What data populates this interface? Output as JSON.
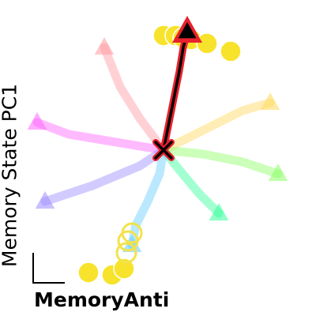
{
  "chart_data": {
    "type": "line",
    "title": "MemoryAnti",
    "xlabel": "",
    "ylabel": "Memory State PC1",
    "grid": false,
    "legend": "none",
    "origin": [
      0,
      0
    ],
    "series": [
      {
        "color": "#000000",
        "highlight_color": "#e8212e",
        "highlighted": true,
        "points": [
          [
            0,
            0
          ],
          [
            0.1,
            0.5
          ],
          [
            0.2,
            1.0
          ],
          [
            0.25,
            1.3
          ],
          [
            0.3,
            1.5
          ]
        ]
      },
      {
        "color": "#ff9aa2",
        "points": [
          [
            0,
            0
          ],
          [
            -0.3,
            0.4
          ],
          [
            -0.55,
            0.8
          ],
          [
            -0.75,
            1.3
          ]
        ]
      },
      {
        "color": "#ffd85a",
        "points": [
          [
            0,
            0
          ],
          [
            0.5,
            0.25
          ],
          [
            1.0,
            0.5
          ],
          [
            1.35,
            0.6
          ]
        ]
      },
      {
        "color": "#ff66ff",
        "points": [
          [
            0,
            0
          ],
          [
            -0.6,
            0.1
          ],
          [
            -1.2,
            0.2
          ],
          [
            -1.6,
            0.35
          ]
        ]
      },
      {
        "color": "#8cff66",
        "points": [
          [
            0,
            0
          ],
          [
            0.5,
            -0.05
          ],
          [
            1.0,
            -0.15
          ],
          [
            1.45,
            -0.3
          ]
        ]
      },
      {
        "color": "#9c8cff",
        "points": [
          [
            0,
            0
          ],
          [
            -0.3,
            -0.2
          ],
          [
            -0.9,
            -0.45
          ],
          [
            -1.5,
            -0.65
          ]
        ]
      },
      {
        "color": "#33ff99",
        "points": [
          [
            0,
            0
          ],
          [
            0.2,
            -0.25
          ],
          [
            0.45,
            -0.55
          ],
          [
            0.7,
            -0.8
          ]
        ]
      },
      {
        "color": "#66ccff",
        "points": [
          [
            0,
            0
          ],
          [
            -0.05,
            -0.3
          ],
          [
            -0.2,
            -0.65
          ],
          [
            -0.35,
            -0.95
          ],
          [
            -0.4,
            -1.2
          ]
        ]
      }
    ],
    "stimulus_points": [
      [
        0.0,
        1.45
      ],
      [
        0.15,
        1.45
      ],
      [
        0.25,
        1.42
      ],
      [
        0.35,
        1.4
      ],
      [
        0.55,
        1.35
      ],
      [
        0.85,
        1.25
      ],
      [
        -0.95,
        -1.55
      ],
      [
        -0.65,
        -1.58
      ],
      [
        -0.5,
        -1.5
      ]
    ],
    "open_markers": [
      [
        -0.4,
        -1.05
      ],
      [
        -0.45,
        -1.15
      ],
      [
        -0.47,
        -1.3
      ]
    ],
    "scale_bar": true
  }
}
